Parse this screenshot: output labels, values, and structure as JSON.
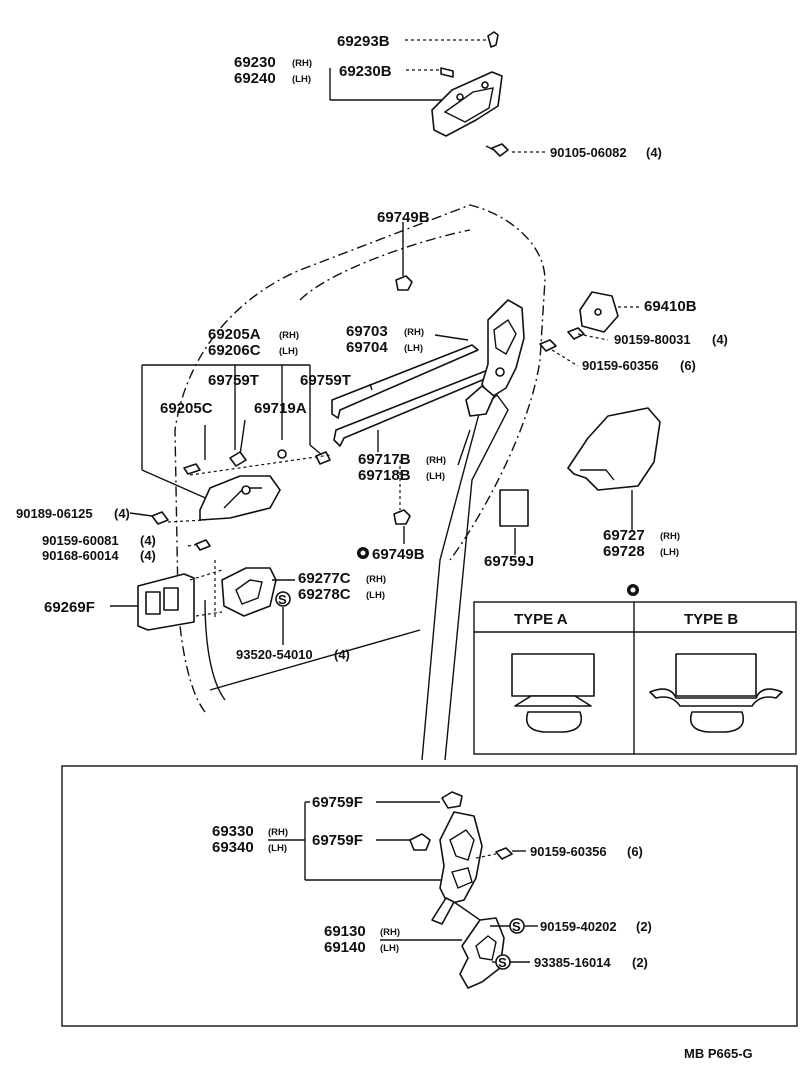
{
  "top_assembly": {
    "p69293B": "69293B",
    "p69230": "69230",
    "p69240": "69240",
    "rh": "(RH)",
    "lh": "(LH)",
    "p69230B": "69230B",
    "screw": "90105-06082",
    "screw_qty": "(4)"
  },
  "door": {
    "p69749B_top": "69749B",
    "p69410B": "69410B",
    "p90159_80031": "90159-80031",
    "p90159_80031_qty": "(4)",
    "p90159_60356": "90159-60356",
    "p90159_60356_qty": "(6)",
    "p69205A": "69205A",
    "p69206C": "69206C",
    "rh": "(RH)",
    "lh": "(LH)",
    "p69703": "69703",
    "p69704": "69704",
    "p69759T_a": "69759T",
    "p69759T_b": "69759T",
    "p69205C": "69205C",
    "p69719A": "69719A",
    "p69717B": "69717B",
    "p69718B": "69718B",
    "p69727": "69727",
    "p69728": "69728",
    "p90189_06125": "90189-06125",
    "p90189_06125_qty": "(4)",
    "p90159_60081": "90159-60081",
    "p90159_60081_qty": "(4)",
    "p90168_60014": "90168-60014",
    "p90168_60014_qty": "(4)",
    "p69749B_mid": "69749B",
    "p69759J": "69759J",
    "p69269F": "69269F",
    "p69277C": "69277C",
    "p69278C": "69278C",
    "p93520_54010": "93520-54010",
    "p93520_54010_qty": "(4)",
    "s_mark": "S"
  },
  "type_table": {
    "type_a": "TYPE A",
    "type_b": "TYPE B"
  },
  "bottom_assembly": {
    "p69759F_a": "69759F",
    "p69759F_b": "69759F",
    "p69330": "69330",
    "p69340": "69340",
    "rh": "(RH)",
    "lh": "(LH)",
    "p90159_60356": "90159-60356",
    "p90159_60356_qty": "(6)",
    "p69130": "69130",
    "p69140": "69140",
    "p90159_40202": "90159-40202",
    "p90159_40202_qty": "(2)",
    "p93385_16014": "93385-16014",
    "p93385_16014_qty": "(2)",
    "s_mark": "S"
  },
  "footer": {
    "code": "MB  P665-G"
  }
}
